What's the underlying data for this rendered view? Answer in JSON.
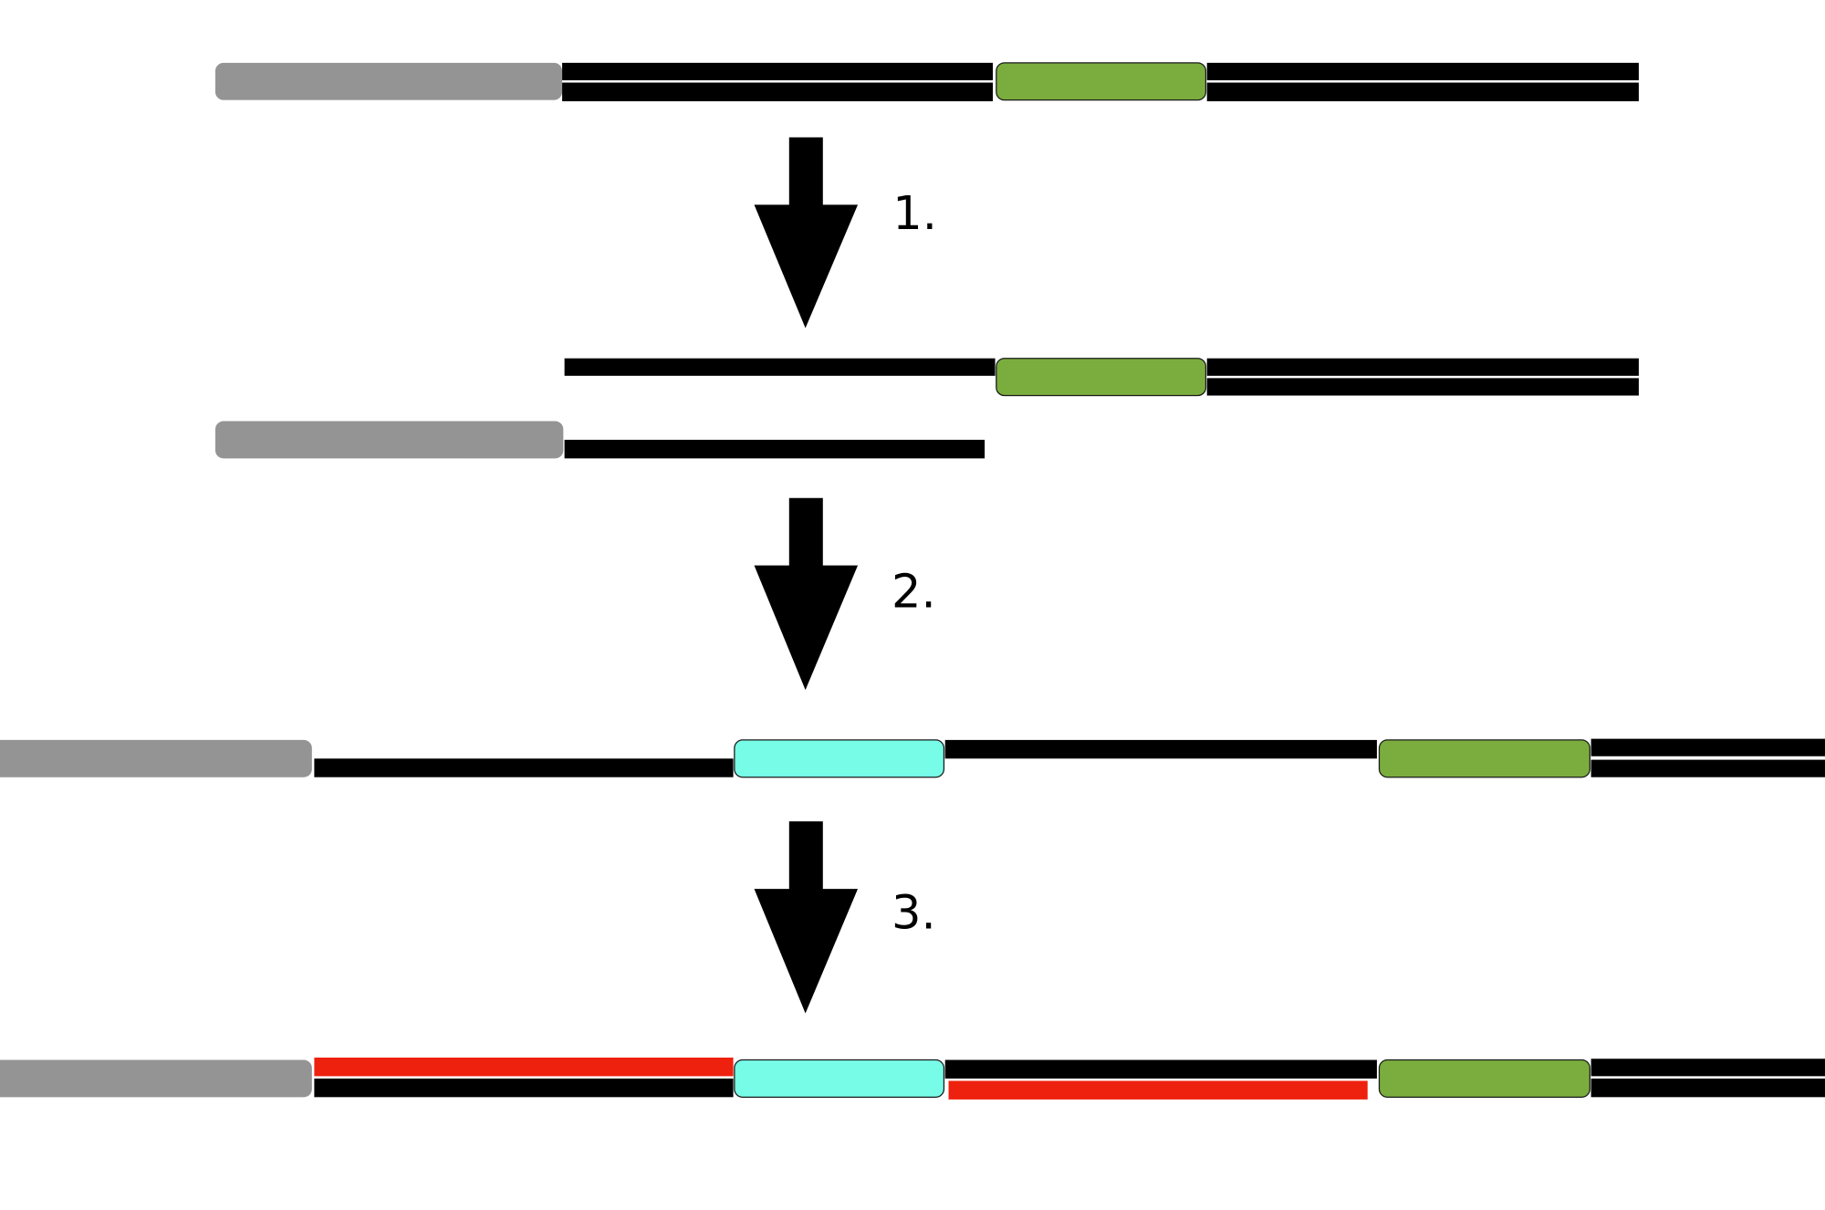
{
  "colors": {
    "strand": "#000000",
    "gray_block": "#949494",
    "green_block": "#7aad3e",
    "cyan_block": "#77fce8",
    "red_strand": "#ee210e"
  },
  "steps": [
    {
      "label": "1."
    },
    {
      "label": "2."
    },
    {
      "label": "3."
    }
  ]
}
